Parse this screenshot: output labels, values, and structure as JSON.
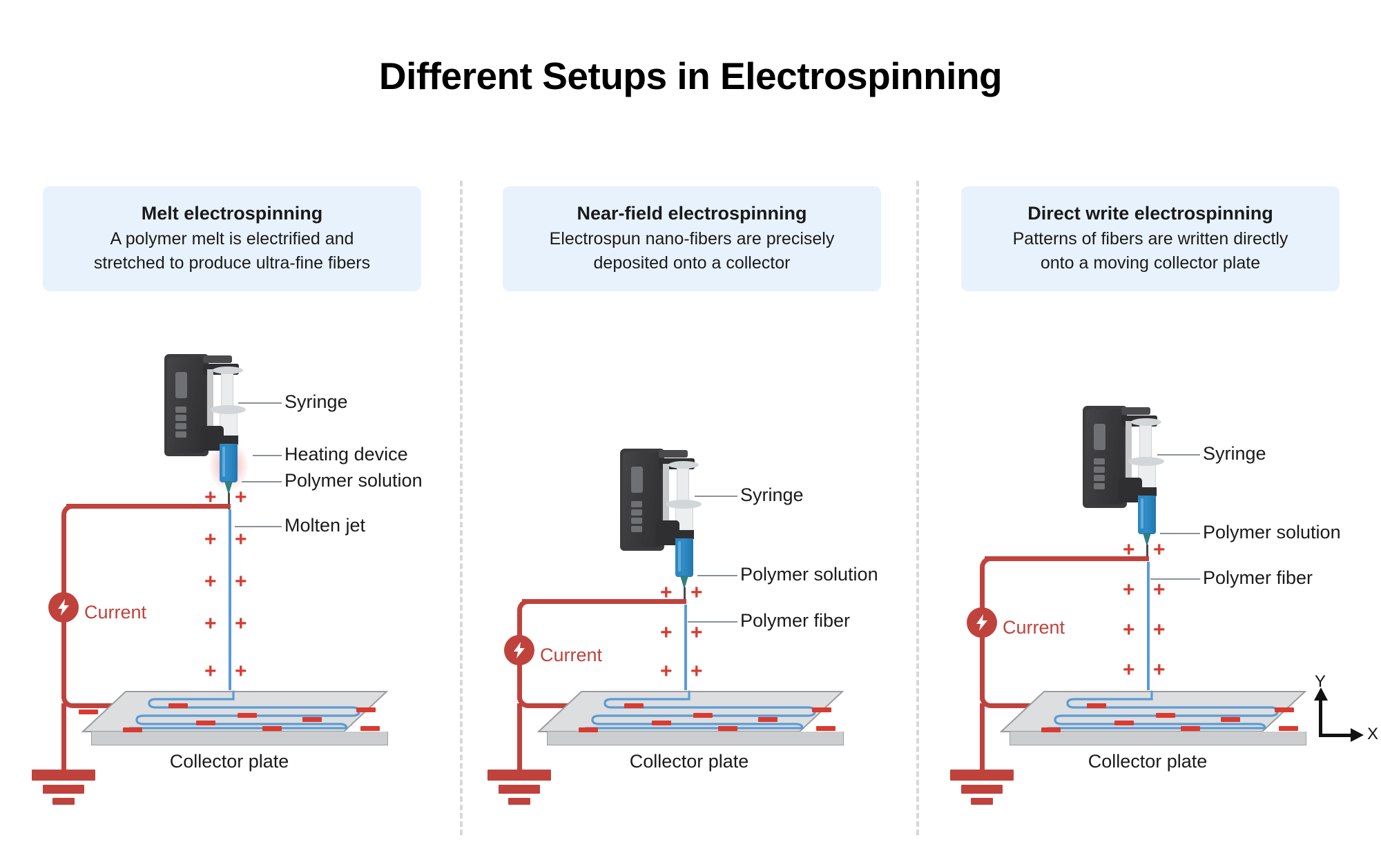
{
  "title": "Different Setups in Electrospinning",
  "panels": [
    {
      "id": "melt-electrospinning",
      "title": "Melt electrospinning",
      "subtitle_line1": "A polymer melt is electrified and",
      "subtitle_line2": "stretched to produce ultra-fine fibers",
      "annotations": [
        "Syringe",
        "Heating device",
        "Polymer solution",
        "Molten jet"
      ],
      "current_label": "Current",
      "plate_caption": "Collector plate",
      "charge_positive": "+",
      "charge_negative": "–",
      "charge_rows": 5
    },
    {
      "id": "near-field-electrospinning",
      "title": "Near-field electrospinning",
      "subtitle_line1": "Electrospun nano-fibers are precisely",
      "subtitle_line2": "deposited onto a collector",
      "annotations": [
        "Syringe",
        "Polymer solution",
        "Polymer fiber"
      ],
      "current_label": "Current",
      "plate_caption": "Collector plate",
      "charge_positive": "+",
      "charge_negative": "–",
      "charge_rows": 3
    },
    {
      "id": "direct-write-electrospinning",
      "title": "Direct write electrospinning",
      "subtitle_line1": "Patterns of fibers are written directly",
      "subtitle_line2": "onto a moving collector plate",
      "annotations": [
        "Syringe",
        "Polymer solution",
        "Polymer fiber"
      ],
      "current_label": "Current",
      "plate_caption": "Collector plate",
      "charge_positive": "+",
      "charge_negative": "–",
      "charge_rows": 4,
      "axis_x": "X",
      "axis_y": "Y"
    }
  ],
  "icons": {
    "current_bolt": "lightning-bolt-icon",
    "ground": "ground-symbol-icon"
  },
  "colors": {
    "header_box_bg": "#e8f2fc",
    "wire_red": "#c0423c",
    "charge_red": "#d63b30",
    "fiber_blue": "#5b9bd5",
    "solution_blue": "#2b86c3",
    "pump_dark": "#3c3c3e",
    "plate_gray": "#dcdedf",
    "divider_gray": "#d5d8dc",
    "text_black": "#1a1a1a"
  }
}
